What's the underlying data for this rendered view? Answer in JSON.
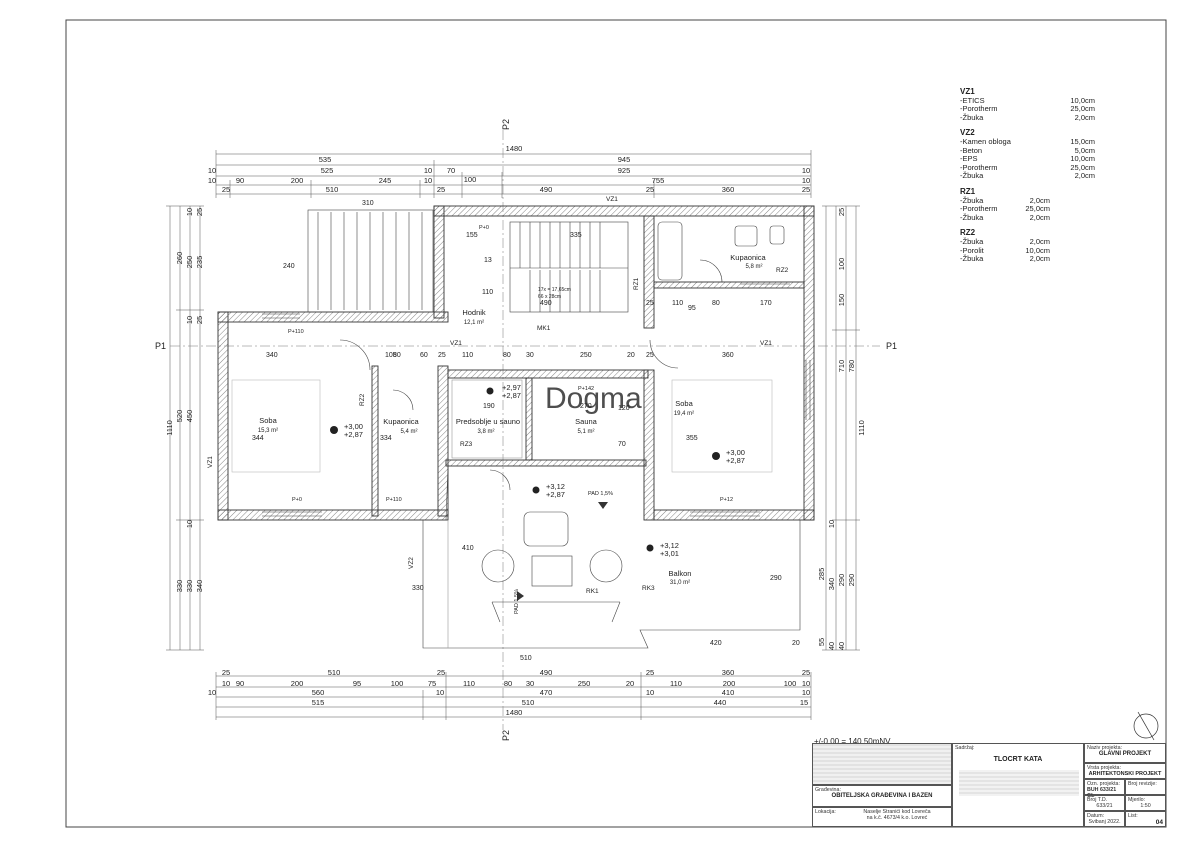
{
  "sheet": {
    "datum_note": "+/-0,00 = 140,50mNV",
    "section_marks": [
      "P1",
      "P1",
      "P2",
      "P2"
    ],
    "watermark": "Dogma"
  },
  "dims": {
    "top_total": "1480",
    "top_row1": [
      "535",
      "945"
    ],
    "top_row2": [
      "10",
      "525",
      "10",
      "70",
      "100",
      "925",
      "10"
    ],
    "top_row3": [
      "10",
      "90",
      "200",
      "245",
      "10",
      "755",
      "10"
    ],
    "top_row4": [
      "25",
      "510",
      "25",
      "490",
      "25",
      "360",
      "25"
    ],
    "bottom_row1": [
      "25",
      "510",
      "25",
      "490",
      "25",
      "360",
      "25"
    ],
    "bottom_row2": [
      "10",
      "90",
      "200",
      "95",
      "100",
      "75",
      "110",
      "80",
      "30",
      "250",
      "20",
      "110",
      "200",
      "100",
      "10"
    ],
    "bottom_row3": [
      "10",
      "560",
      "10",
      "470",
      "10",
      "410",
      "10"
    ],
    "bottom_row4": [
      "515",
      "510",
      "440",
      "15"
    ],
    "bottom_total": "1480",
    "left_outer": [
      "1110"
    ],
    "left_col2": [
      "260",
      "520",
      "330"
    ],
    "left_col3": [
      "10",
      "250",
      "10",
      "450",
      "10",
      "330"
    ],
    "left_col4": [
      "25",
      "235",
      "25",
      "340"
    ],
    "right_outer": [
      "1110"
    ],
    "right_col2": [
      "780",
      "290"
    ],
    "right_col3": [
      "25",
      "100",
      "150",
      "710",
      "290",
      "40"
    ],
    "right_col4": [
      "10",
      "40",
      "340",
      "285",
      "55"
    ]
  },
  "rooms": [
    {
      "name": "Soba",
      "area": "15,3 m²"
    },
    {
      "name": "Kupaonica",
      "area": "5,4 m²"
    },
    {
      "name": "Predsoblje u sauno",
      "area": "3,8 m²"
    },
    {
      "name": "Sauna",
      "area": "5,1 m²"
    },
    {
      "name": "Soba",
      "area": "19,4 m²"
    },
    {
      "name": "Hodnik",
      "area": "12,1 m²"
    },
    {
      "name": "Kupaonica",
      "area": "5,8 m²"
    },
    {
      "name": "Balkon",
      "area": "31,0 m²"
    }
  ],
  "levels": [
    {
      "top": "+3,00",
      "bottom": "+2,87"
    },
    {
      "top": "+2,97",
      "bottom": "+2,87"
    },
    {
      "top": "+3,00",
      "bottom": "+2,87"
    },
    {
      "top": "+3,12",
      "bottom": "+2,87"
    },
    {
      "top": "+3,12",
      "bottom": "+3,01"
    }
  ],
  "wall_tags": [
    "VZ1",
    "VZ1",
    "VZ1",
    "VZ1",
    "VZ2",
    "RZ1",
    "RZ2",
    "RZ2",
    "RZ3",
    "MK1",
    "RK1",
    "RK3"
  ],
  "interior_labels": [
    "340",
    "105",
    "80",
    "60",
    "25",
    "110",
    "80",
    "30",
    "250",
    "20",
    "25",
    "360",
    "270",
    "120",
    "70",
    "190",
    "155",
    "335",
    "110",
    "13",
    "490",
    "25",
    "110",
    "80",
    "170",
    "95",
    "344",
    "334",
    "355",
    "410",
    "330",
    "420",
    "20",
    "510",
    "290",
    "310",
    "240",
    "P+0",
    "P+110",
    "P+12",
    "P+110",
    "P+0",
    "P+142",
    "PAD 1,5%",
    "PAD 1,5%",
    "17x = 17,65cm",
    "66 x 28cm"
  ],
  "legend": [
    {
      "title": "VZ1",
      "rows": [
        [
          "-ETICS",
          "10,0cm"
        ],
        [
          "-Porotherm",
          "25,0cm"
        ],
        [
          "-Žbuka",
          "2,0cm"
        ]
      ]
    },
    {
      "title": "VZ2",
      "rows": [
        [
          "-Kamen obloga",
          "15,0cm"
        ],
        [
          "-Beton",
          "5,0cm"
        ],
        [
          "-EPS",
          "10,0cm"
        ],
        [
          "-Porotherm",
          "25,0cm"
        ],
        [
          "-Žbuka",
          "2,0cm"
        ]
      ]
    },
    {
      "title": "RZ1",
      "rows": [
        [
          "-Žbuka",
          "2,0cm"
        ],
        [
          "-Porotherm",
          "25,0cm"
        ],
        [
          "-Žbuka",
          "2,0cm"
        ]
      ]
    },
    {
      "title": "RZ2",
      "rows": [
        [
          "-Žbuka",
          "2,0cm"
        ],
        [
          "-Porolit",
          "10,0cm"
        ],
        [
          "-Žbuka",
          "2,0cm"
        ]
      ]
    }
  ],
  "titleblock": {
    "gradevina_label": "Građevina:",
    "gradevina": "OBITELJSKA GRAĐEVINA I BAZEN",
    "lokacija_label": "Lokacija:",
    "lokacija_1": "Naselje Stranići kod Lovreča",
    "lokacija_2": "na k.č. 4673/4 k.o. Lovreć",
    "sadrzaj_label": "Sadržaj:",
    "sadrzaj": "TLOCRT KATA",
    "naziv_label": "Naziv projekta:",
    "naziv": "GLAVNI PROJEKT",
    "vrsta_label": "Vrsta projekta:",
    "vrsta": "ARHITEKTONSKI PROJEKT",
    "oznaka_label": "Ozn. projekta:",
    "oznaka": "BUH 633/21 GL",
    "revizija_label": "Broj revizije:",
    "td_label": "Broj T.D.",
    "td": "633/21",
    "mjerilo_label": "Mjerilo:",
    "mjerilo": "1:50",
    "datum_label": "Datum:",
    "datum": "Svibanj 2022.",
    "list_label": "List:",
    "list": "04"
  }
}
